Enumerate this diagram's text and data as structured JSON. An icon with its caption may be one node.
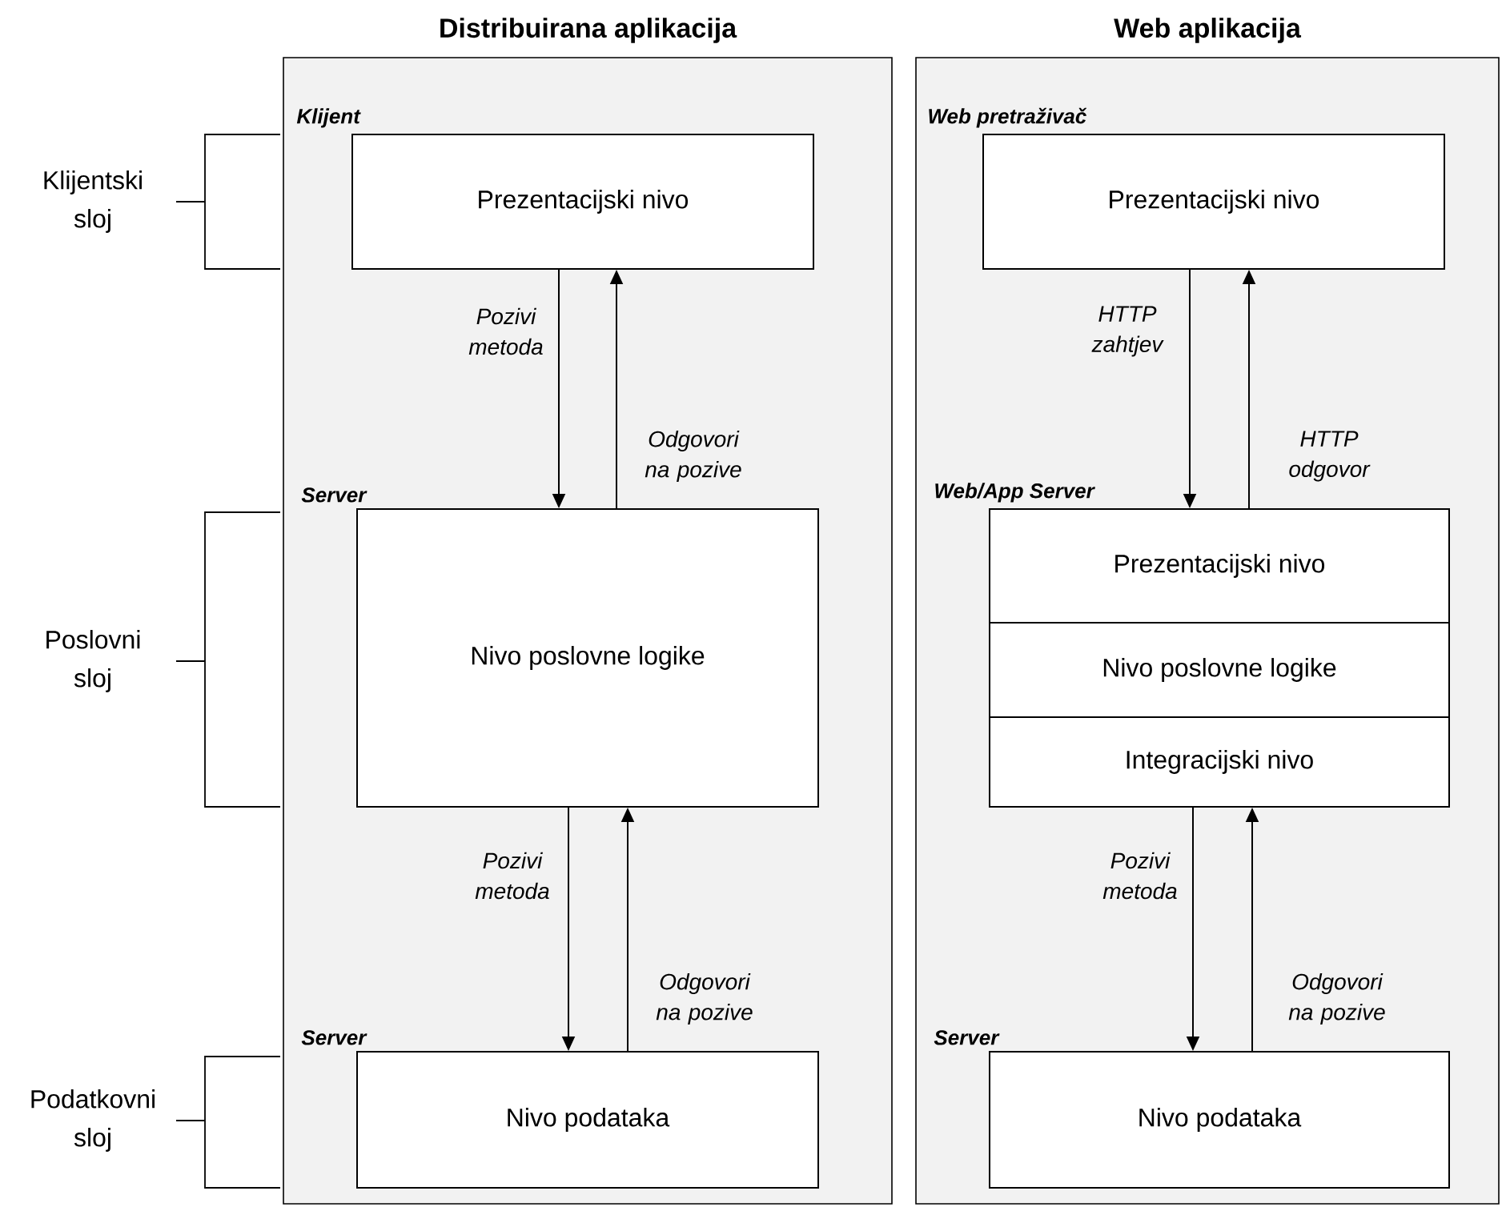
{
  "diagram": {
    "nodes": [
      {
        "text": [
          "Distribuirana aplikacija"
        ]
      },
      {
        "text": [
          "Prezentacijski nivo"
        ],
        "in": 0,
        "beside": [
          "Klijent"
        ]
      },
      {
        "text": [
          "Nivo poslovne logike"
        ],
        "in": 0,
        "beside": [
          "Server"
        ]
      },
      {
        "text": [
          "Nivo podataka"
        ],
        "in": 0,
        "beside": [
          "Server"
        ]
      },
      {
        "text": [
          "Web aplikacija"
        ]
      },
      {
        "text": [
          "Prezentacijski nivo"
        ],
        "in": 4,
        "beside": [
          "Web pretraživač"
        ]
      },
      {
        "text": [
          "Web/App Server"
        ],
        "in": 4
      },
      {
        "text": [
          "Prezentacijski nivo"
        ],
        "in": 6
      },
      {
        "text": [
          "Nivo poslovne logike"
        ],
        "in": 6
      },
      {
        "text": [
          "Integracijski nivo"
        ],
        "in": 6
      },
      {
        "text": [
          "Nivo podataka"
        ],
        "in": 4,
        "beside": [
          "Server"
        ]
      }
    ],
    "edges": [
      {
        "from": 1,
        "to": 2,
        "arrow": "to",
        "label": "Pozivi metoda"
      },
      {
        "from": 2,
        "to": 1,
        "arrow": "to",
        "label": "Odgovori na pozive"
      },
      {
        "from": 2,
        "to": 3,
        "arrow": "to",
        "label": "Pozivi metoda"
      },
      {
        "from": 3,
        "to": 2,
        "arrow": "to",
        "label": "Odgovori na pozive"
      },
      {
        "from": 5,
        "to": 6,
        "arrow": "to",
        "label": "HTTP zahtjev"
      },
      {
        "from": 6,
        "to": 5,
        "arrow": "to",
        "label": "HTTP odgovor"
      },
      {
        "from": 6,
        "to": 10,
        "arrow": "to",
        "label": "Pozivi metoda"
      },
      {
        "from": 10,
        "to": 6,
        "arrow": "to",
        "label": "Odgovori na pozive"
      }
    ],
    "labels": [
      "Klijentski sloj",
      "Poslovni sloj",
      "Podatkovni sloj"
    ]
  }
}
